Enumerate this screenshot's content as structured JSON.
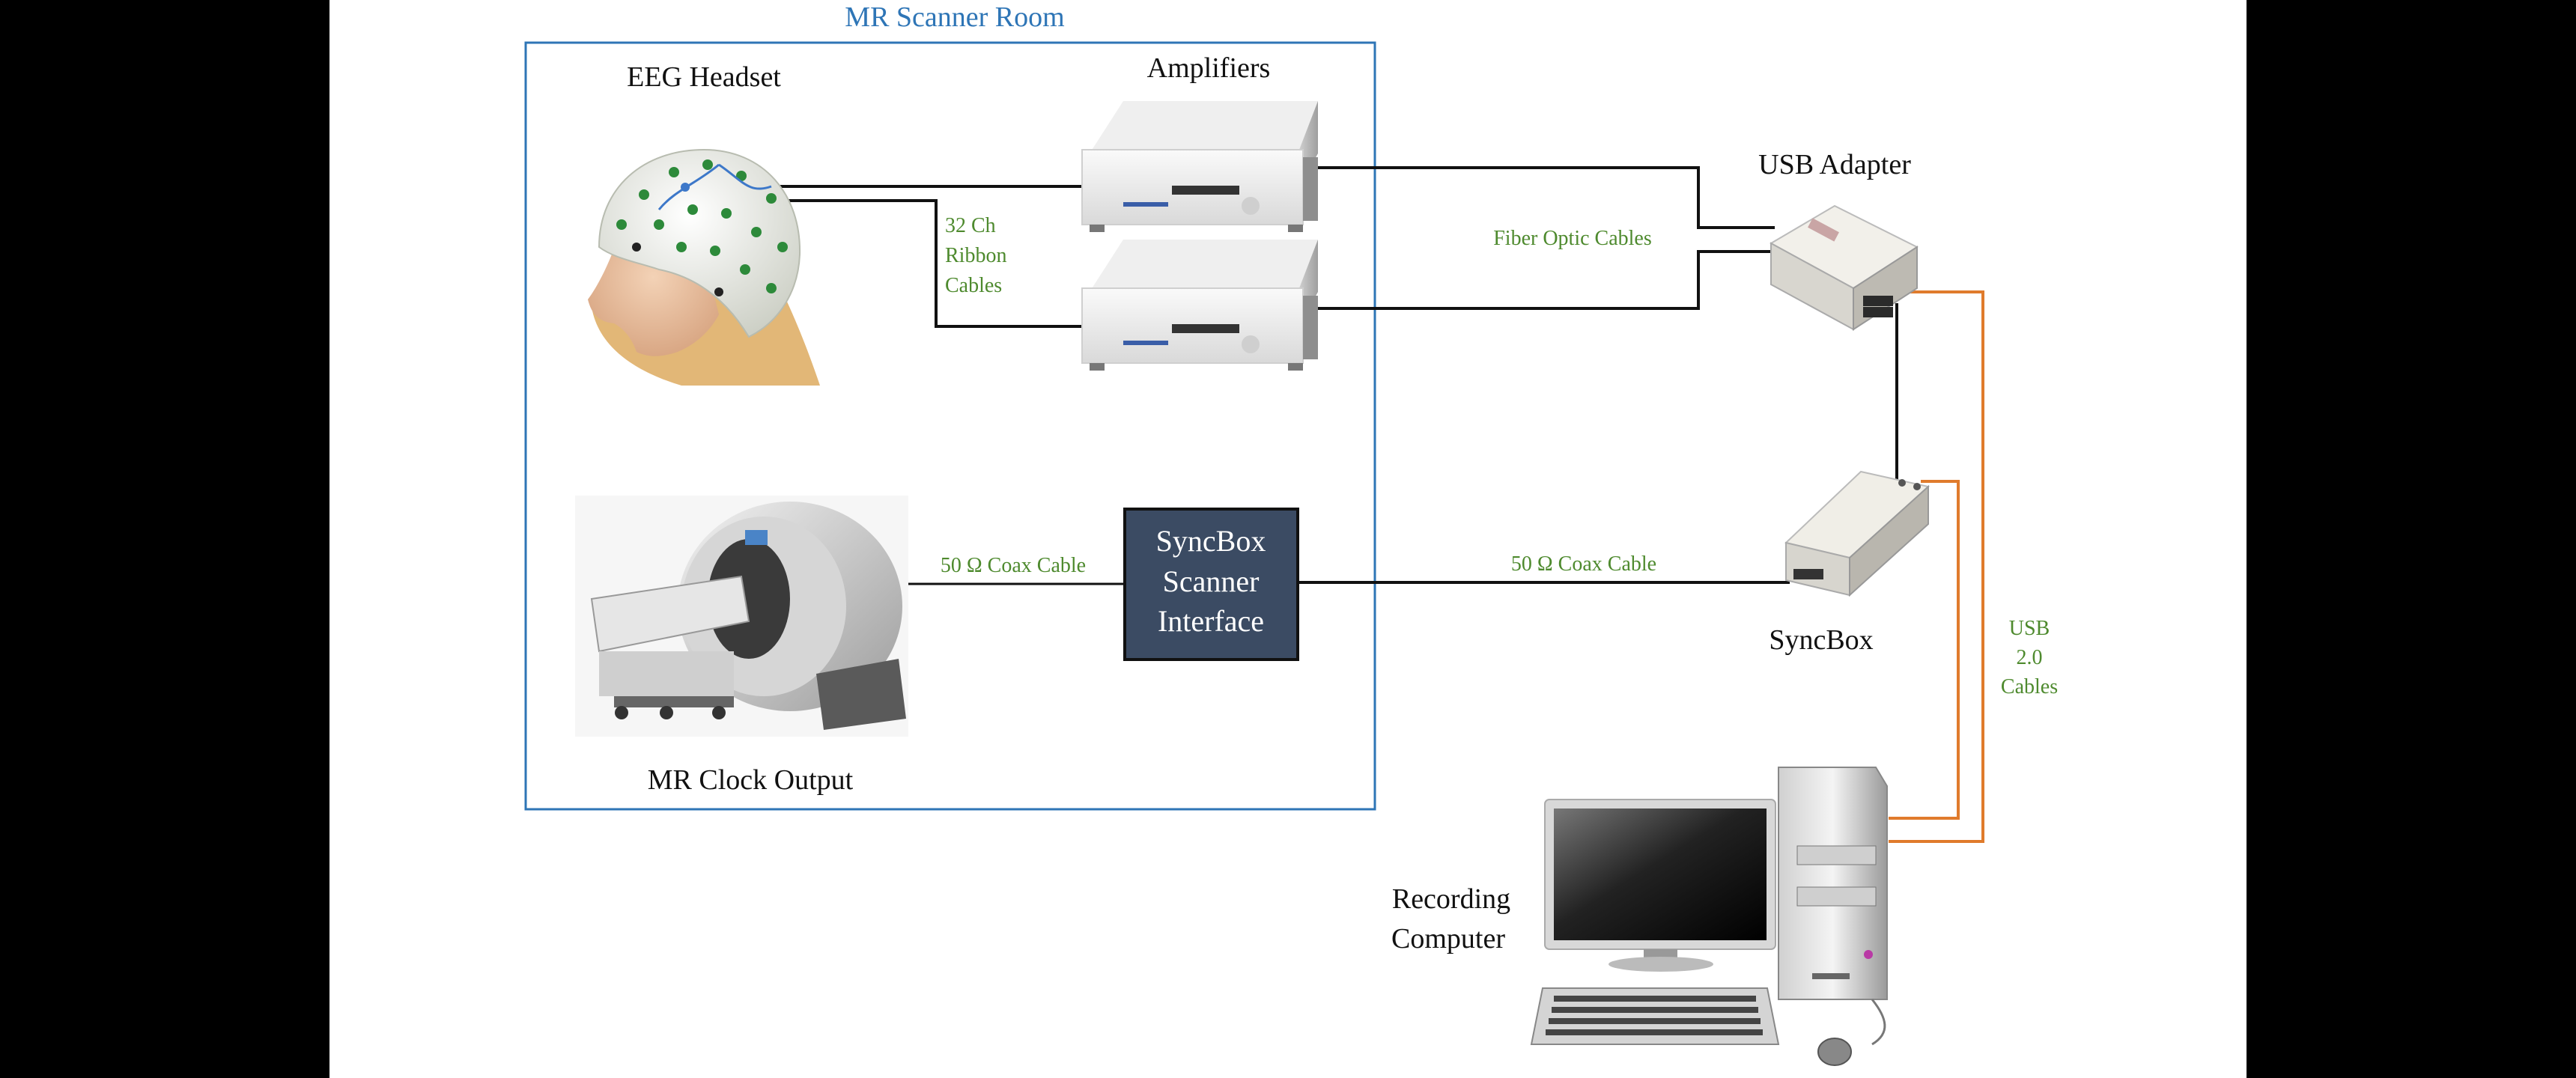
{
  "room": {
    "title": "MR Scanner Room"
  },
  "labels": {
    "eeg_headset": "EEG Headset",
    "amplifiers": "Amplifiers",
    "usb_adapter": "USB Adapter",
    "syncbox": "SyncBox",
    "mr_clock": "MR Clock Output",
    "recording_computer_1": "Recording",
    "recording_computer_2": "Computer"
  },
  "cables": {
    "ribbon_1": "32 Ch",
    "ribbon_2": "Ribbon",
    "ribbon_3": "Cables",
    "fiber": "Fiber Optic Cables",
    "coax_left": "50 Ω Coax Cable",
    "coax_right": "50 Ω Coax Cable",
    "usb_1": "USB",
    "usb_2": "2.0",
    "usb_3": "Cables"
  },
  "interface_box": {
    "line1": "SyncBox",
    "line2": "Scanner",
    "line3": "Interface"
  },
  "colors": {
    "room_border": "#2e75b6",
    "cable_label": "#4e8a2e",
    "usb_cable": "#e07b2c",
    "interface_fill": "#3b4b63"
  }
}
